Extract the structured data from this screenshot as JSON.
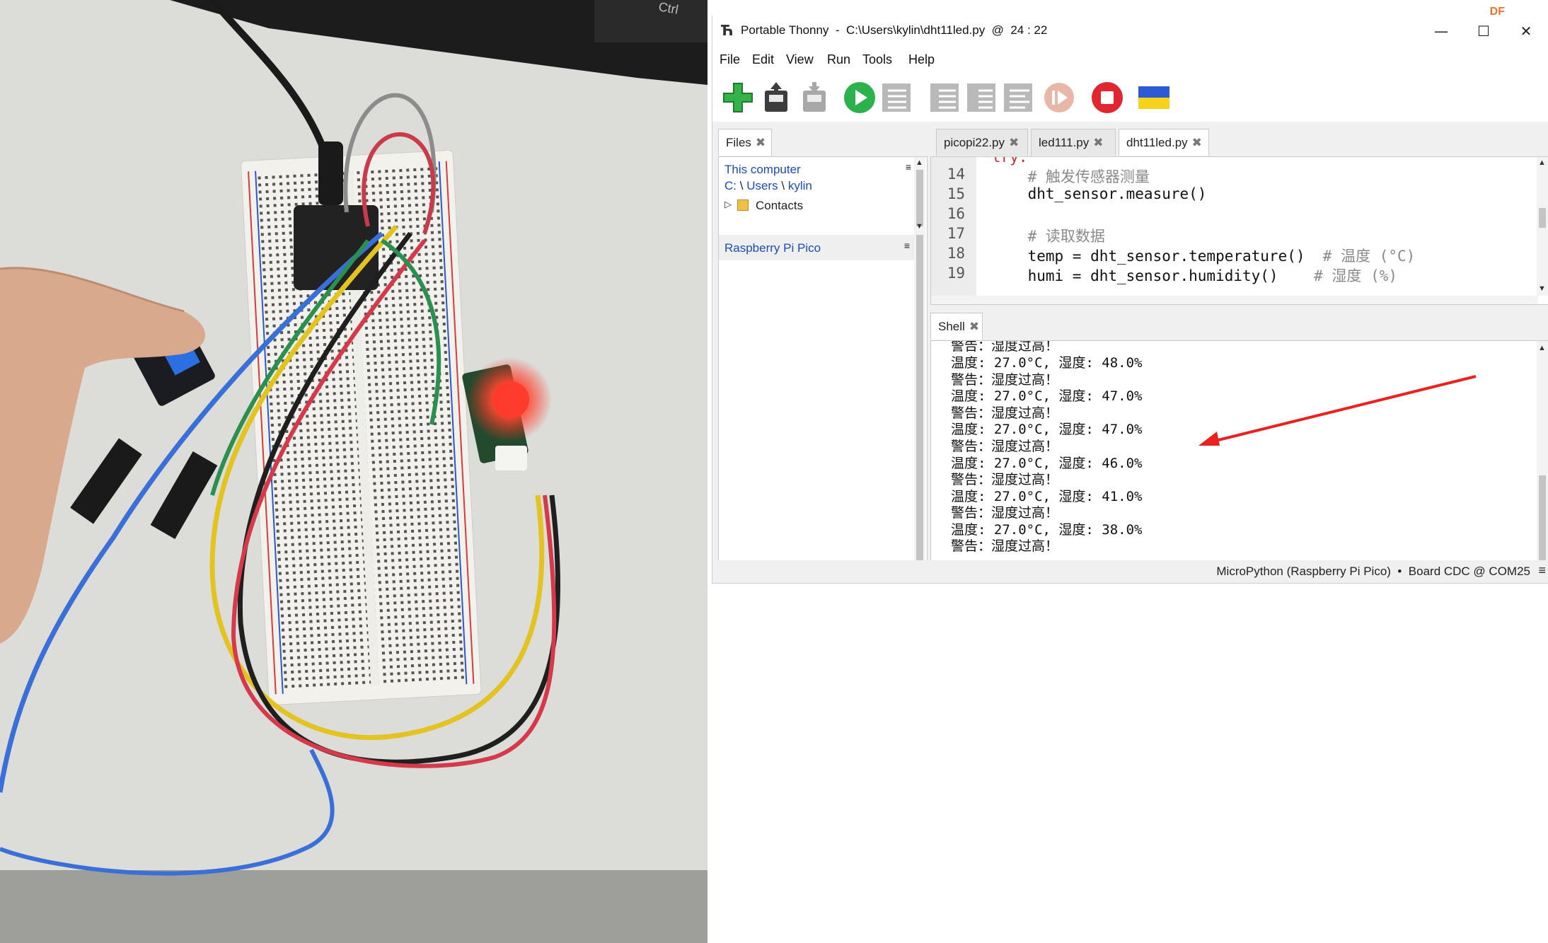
{
  "window": {
    "title": "Portable Thonny  -  C:\\Users\\kylin\\dht11led.py  @  24 : 22",
    "minimize": "—",
    "maximize": "☐",
    "close": "✕",
    "watermark": "DF"
  },
  "menu": [
    "File",
    "Edit",
    "View",
    "Run",
    "Tools",
    "Help"
  ],
  "toolbar": {
    "icons": [
      "new-file-icon",
      "open-file-icon",
      "save-file-icon",
      "run-icon",
      "debug-icon",
      "step-over-icon",
      "step-into-icon",
      "step-out-icon",
      "resume-icon",
      "stop-icon",
      "ukraine-flag-icon"
    ],
    "colors": {
      "run": "#2bb24c",
      "stop": "#e0262e",
      "flag_top": "#2d5bd6",
      "flag_bottom": "#f7d21b"
    }
  },
  "files": {
    "tab_label": "Files",
    "this_computer": "This computer",
    "path": [
      "C:",
      "Users",
      "kylin"
    ],
    "path_sep": "\\",
    "items": [
      {
        "name": "Contacts",
        "type": "folder"
      }
    ],
    "device": "Raspberry Pi Pico"
  },
  "editor": {
    "tabs": [
      {
        "label": "picopi22.py",
        "active": false
      },
      {
        "label": "led111.py",
        "active": false
      },
      {
        "label": "dht11led.py",
        "active": true
      }
    ],
    "lines": [
      {
        "n": "14",
        "code": "    # 触发传感器测量",
        "comment": true
      },
      {
        "n": "15",
        "code": "    dht_sensor.measure()",
        "comment": false
      },
      {
        "n": "16",
        "code": "",
        "comment": false
      },
      {
        "n": "17",
        "code": "    # 读取数据",
        "comment": true
      },
      {
        "n": "18",
        "code": "    temp = dht_sensor.temperature()",
        "trail": "  # 温度 (°C)"
      },
      {
        "n": "19",
        "code": "    humi = dht_sensor.humidity()",
        "trail": "    # 湿度 (%)"
      }
    ]
  },
  "shell": {
    "tab_label": "Shell",
    "lines": [
      "警告：湿度过高！",
      "温度: 27.0°C, 湿度: 48.0%",
      "警告：湿度过高！",
      "温度: 27.0°C, 湿度: 47.0%",
      "警告：湿度过高！",
      "温度: 27.0°C, 湿度: 47.0%",
      "警告：湿度过高！",
      "温度: 27.0°C, 湿度: 46.0%",
      "警告：湿度过高！",
      "温度: 27.0°C, 湿度: 41.0%",
      "警告：湿度过高！",
      "温度: 27.0°C, 湿度: 38.0%",
      "警告：湿度过高！"
    ],
    "annotation_arrow_color": "#e8231f"
  },
  "status": {
    "text": "MicroPython (Raspberry Pi Pico)  •  Board CDC @ COM25",
    "menu": "≡"
  },
  "photo": {
    "keyboard_key": "Ctrl",
    "led_color": "#ff3b2b",
    "wire_colors": [
      "#3a6fd8",
      "#e2c321",
      "#2a8f4f",
      "#d43a4a",
      "#1f1f1f",
      "#9a9a9a"
    ]
  }
}
